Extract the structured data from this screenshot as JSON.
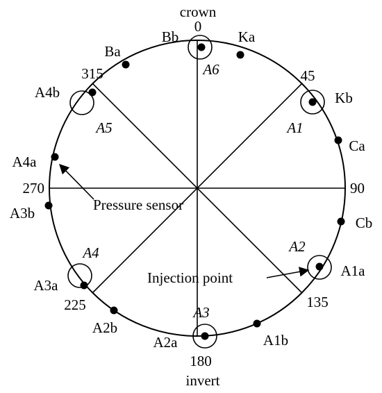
{
  "colors": {
    "stroke": "#000000",
    "background": "#ffffff"
  },
  "positions": {
    "crown": "crown",
    "invert": "invert",
    "angles": {
      "a0": "0",
      "a45": "45",
      "a90": "90",
      "a135": "135",
      "a180": "180",
      "a225": "225",
      "a270": "270",
      "a315": "315"
    }
  },
  "points": {
    "bb": "Bb",
    "ka": "Ka",
    "kb": "Kb",
    "ca": "Ca",
    "cb": "Cb",
    "a1a": "A1a",
    "a1b": "A1b",
    "a2a": "A2a",
    "a2b": "A2b",
    "a3a": "A3a",
    "a3b": "A3b",
    "a4a": "A4a",
    "a4b": "A4b",
    "ba": "Ba"
  },
  "sections": {
    "s1": "A1",
    "s2": "A2",
    "s3": "A3",
    "s4": "A4",
    "s5": "A5",
    "s6": "A6"
  },
  "annotations": {
    "pressure_sensor": "Pressure sensor",
    "injection_point": "Injection point"
  }
}
